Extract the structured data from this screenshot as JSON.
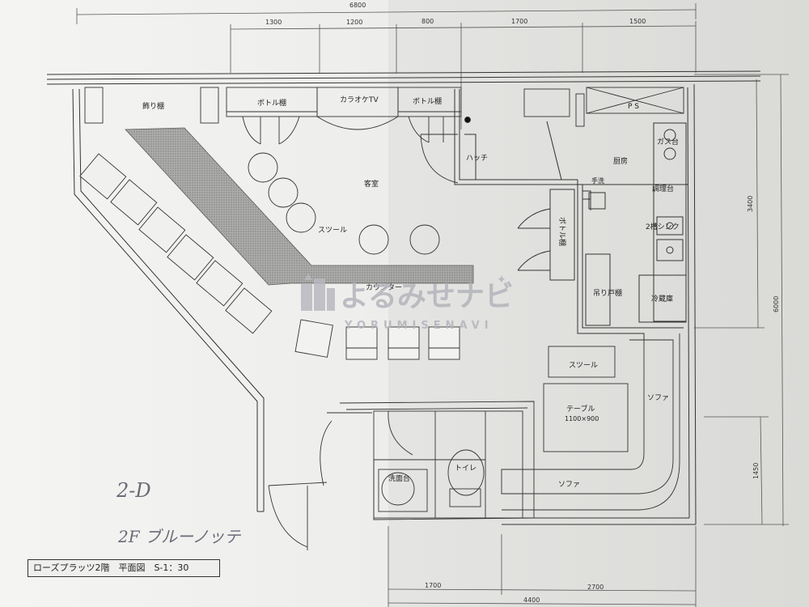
{
  "dimensions": {
    "total_top": "6800",
    "top_segments": [
      "1300",
      "1200",
      "800",
      "1700",
      "1500"
    ],
    "right_total": "6000",
    "right_upper": "3400",
    "right_lower": "1450",
    "bottom_segments": [
      "1700",
      "2700"
    ],
    "bottom_total": "4400"
  },
  "rooms": {
    "decor_shelf": "飾り棚",
    "bottle_shelf_1": "ボトル棚",
    "karaoke_tv": "カラオケTV",
    "bottle_shelf_2": "ボトル棚",
    "ps": "P S",
    "gas_stove": "ガス台",
    "hatch": "ハッチ",
    "kitchen": "厨房",
    "guest_room": "客室",
    "hand_wash": "手洗",
    "prep_table": "調理台",
    "double_sink": "2槽シンク",
    "bottle_shelf_3": "ボトル棚",
    "stool_1": "スツール",
    "hanging_cabinet": "吊り戸棚",
    "refrigerator": "冷蔵庫",
    "counter": "カウンター",
    "stool_2": "スツール",
    "table": "テーブル",
    "table_size": "1100×900",
    "sofa_right": "ソファ",
    "sofa_bottom": "ソファ",
    "washbasin": "洗面台",
    "toilet": "トイレ"
  },
  "annotations": {
    "unit_code": "2-D",
    "floor_name": "2F ブルーノッテ",
    "title_block": "ローズプラッツ2階　平面図　S-1：30"
  },
  "watermark": {
    "logo_text": "よるみせナビ",
    "sub_text": "YORUMISENAVI",
    "color": "#b4b4bc"
  }
}
